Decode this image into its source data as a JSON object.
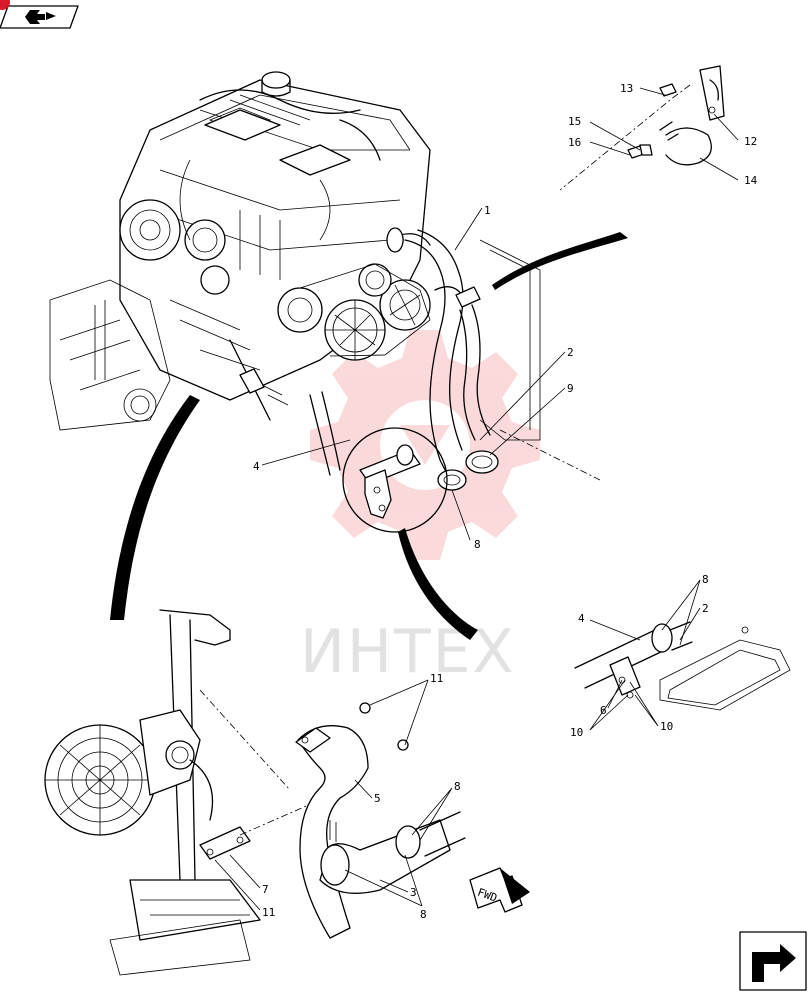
{
  "watermark": {
    "text": "ИНТЕХ",
    "color": "#f5b5b5"
  },
  "fwd_label": "FWD",
  "callouts": {
    "c1": "1",
    "c2a": "2",
    "c2b": "2",
    "c3": "3",
    "c4a": "4",
    "c4b": "4",
    "c5": "5",
    "c6": "6",
    "c7": "7",
    "c8a": "8",
    "c8b": "8",
    "c8c": "8",
    "c8d": "8",
    "c9": "9",
    "c10a": "10",
    "c10b": "10",
    "c11a": "11",
    "c11b": "11",
    "c12": "12",
    "c13": "13",
    "c14": "14",
    "c15": "15",
    "c16": "16"
  },
  "icons": {
    "top_left": "book-arrow-icon",
    "bottom_right": "return-arrow-icon"
  }
}
